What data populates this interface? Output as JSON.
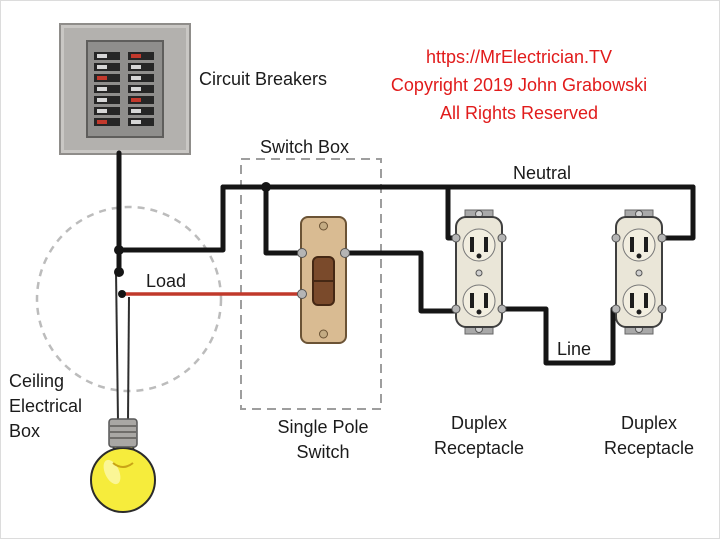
{
  "header": {
    "url_line": "https://MrElectrician.TV",
    "copyright_line": "Copyright 2019 John Grabowski",
    "rights_line": "All Rights Reserved"
  },
  "labels": {
    "circuit_breakers": "Circuit Breakers",
    "switch_box": "Switch Box",
    "neutral": "Neutral",
    "load": "Load",
    "line": "Line",
    "ceiling_electrical_box": [
      "Ceiling",
      "Electrical",
      "Box"
    ],
    "single_pole_switch": [
      "Single Pole",
      "Switch"
    ],
    "duplex_receptacle_1": [
      "Duplex",
      "Receptacle"
    ],
    "duplex_receptacle_2": [
      "Duplex",
      "Receptacle"
    ]
  },
  "colors": {
    "label_text": "#1b1b1b",
    "red_text": "#e11b1b",
    "wire_black": "#151515",
    "wire_red": "#c0392b",
    "bulb_yellow": "#f6ec3c",
    "switch_plate": "#d9bb92",
    "toggle_brown": "#7a4a2b",
    "receptacle_body": "#eae6d8",
    "panel_gray": "#b3b1ae",
    "breaker_light": "#d6d6d6",
    "breaker_red": "#c2392c"
  }
}
